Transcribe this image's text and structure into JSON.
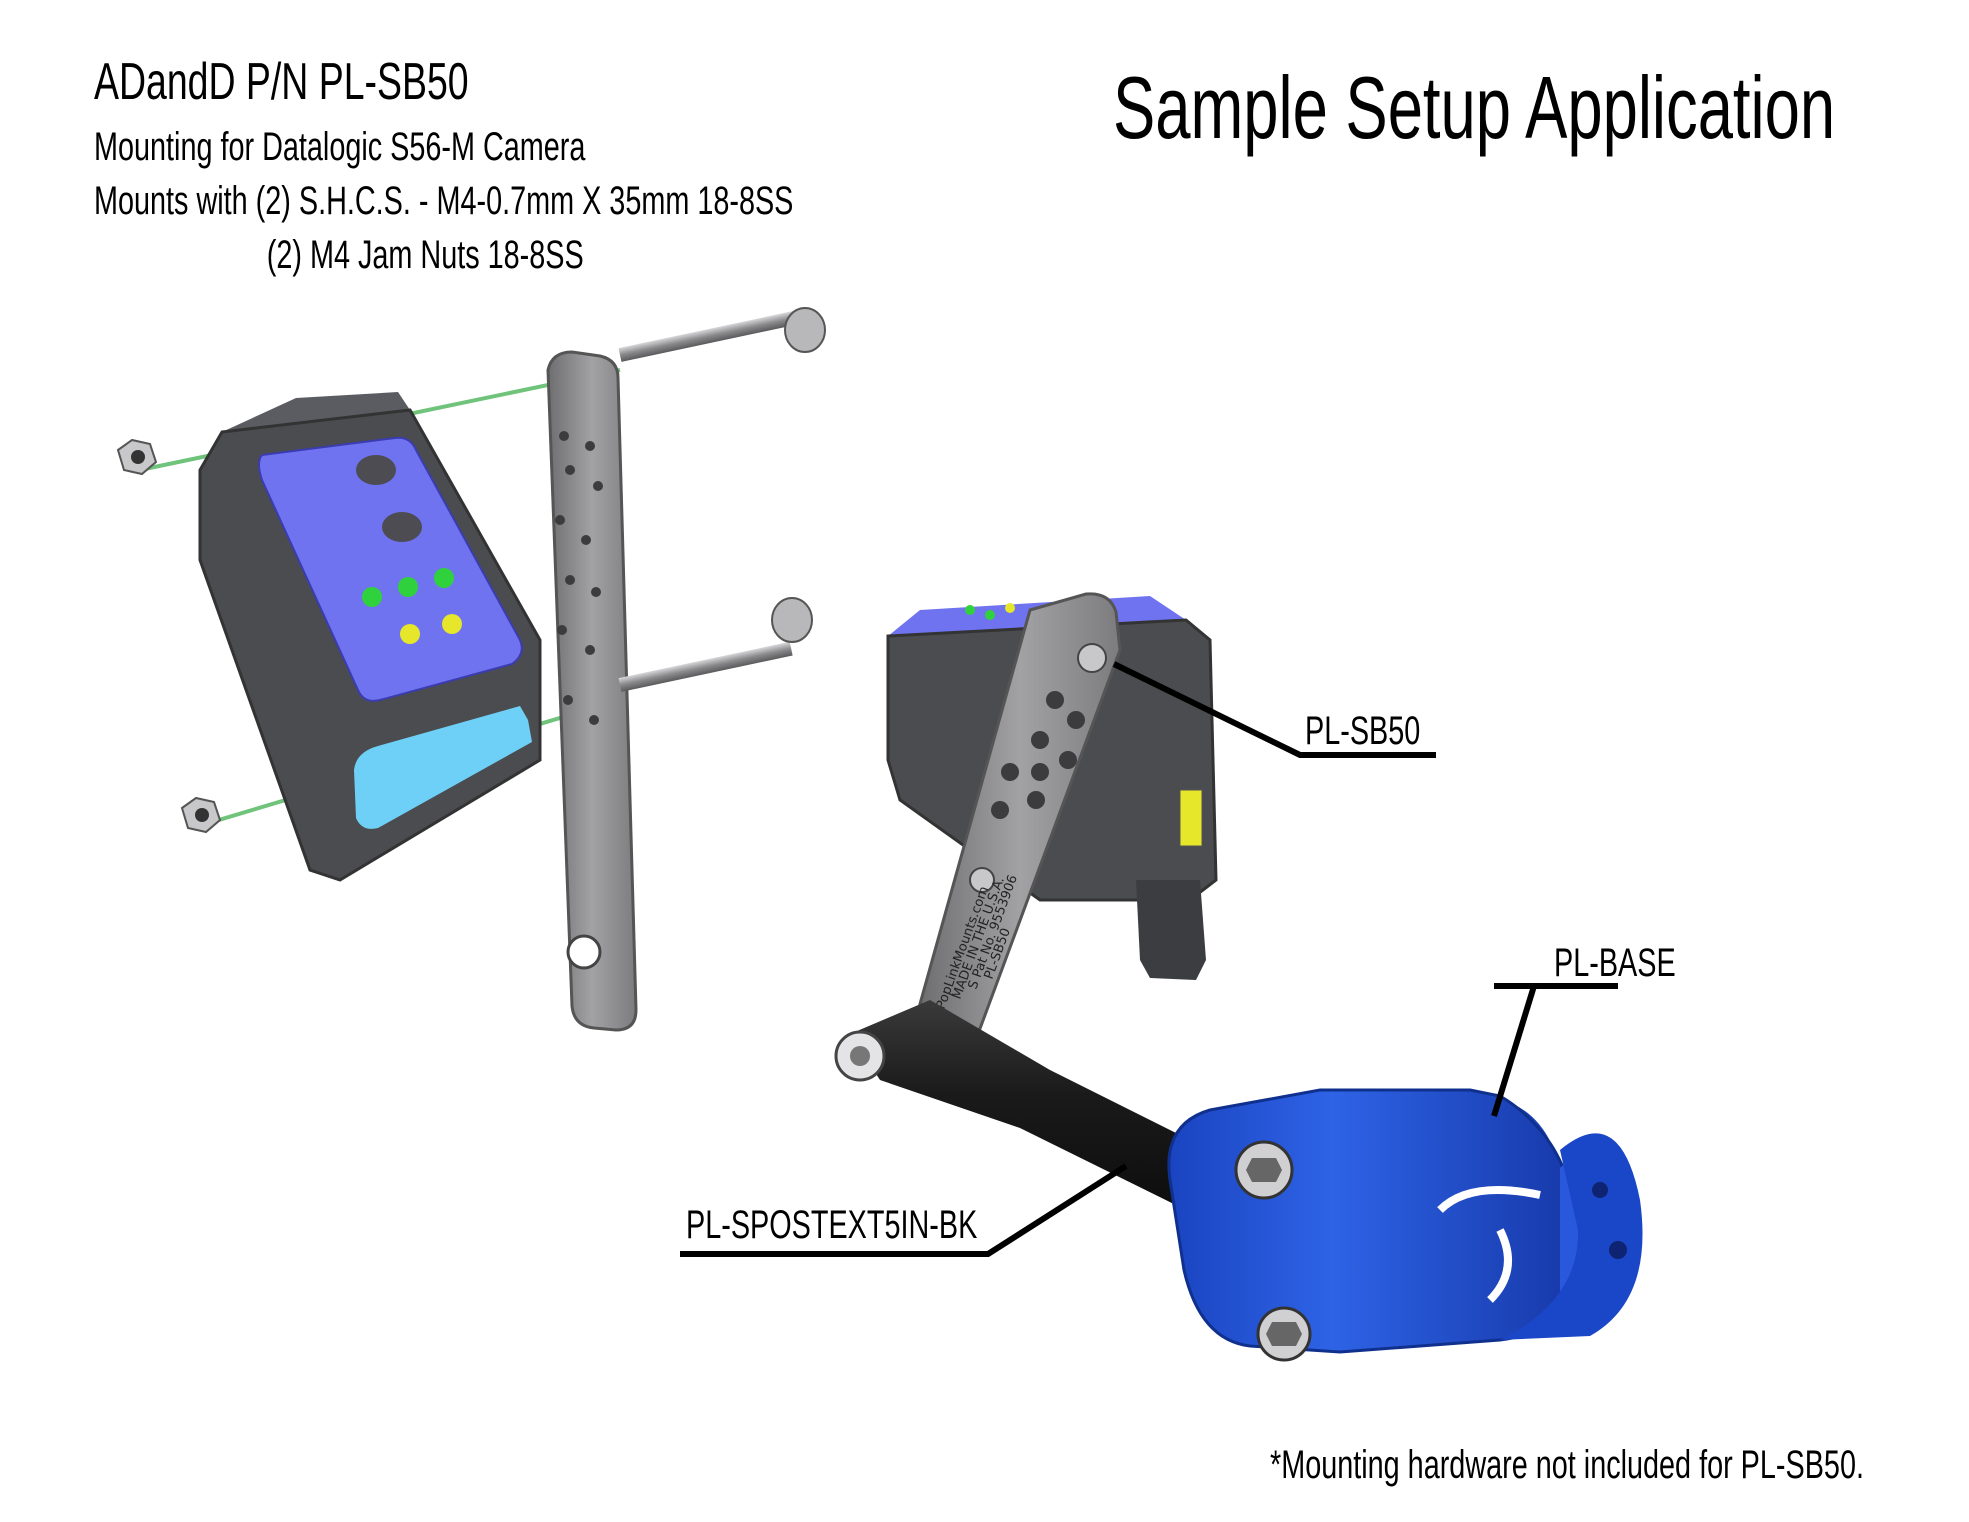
{
  "header": {
    "part_number": "ADandD P/N PL-SB50",
    "description": "Mounting for Datalogic S56-M Camera",
    "hardware_line_1": "Mounts with (2) S.H.C.S. - M4-0.7mm X 35mm 18-8SS",
    "hardware_line_2": "(2) M4 Jam Nuts  18-8SS"
  },
  "title": "Sample Setup Application",
  "callouts": {
    "bracket": "PL-SB50",
    "base": "PL-BASE",
    "post": "PL-SPOSTEXT5IN-BK"
  },
  "bracket_engraving": {
    "part": "PL-SB50",
    "patent": "S Pat No. 9553906",
    "origin": "MADE IN THE U.S.A.",
    "website": "PopLinkMounts.com"
  },
  "footnote": "*Mounting hardware not included for PL-SB50.",
  "colors": {
    "camera_body": "#4a4c50",
    "camera_face": "#6f73f0",
    "camera_window": "#6fd0f7",
    "led_green": "#2fd23c",
    "led_yellow": "#e6e62a",
    "bracket_steel": "#8e8e90",
    "post_black": "#1c1c1c",
    "base_blue": "#1f4fd4",
    "guide_line": "#6fc37a"
  },
  "icons": {
    "camera": "camera-icon",
    "bracket": "bracket-icon",
    "screw": "screw-icon",
    "nut": "nut-icon",
    "post": "post-icon",
    "base": "base-icon"
  }
}
